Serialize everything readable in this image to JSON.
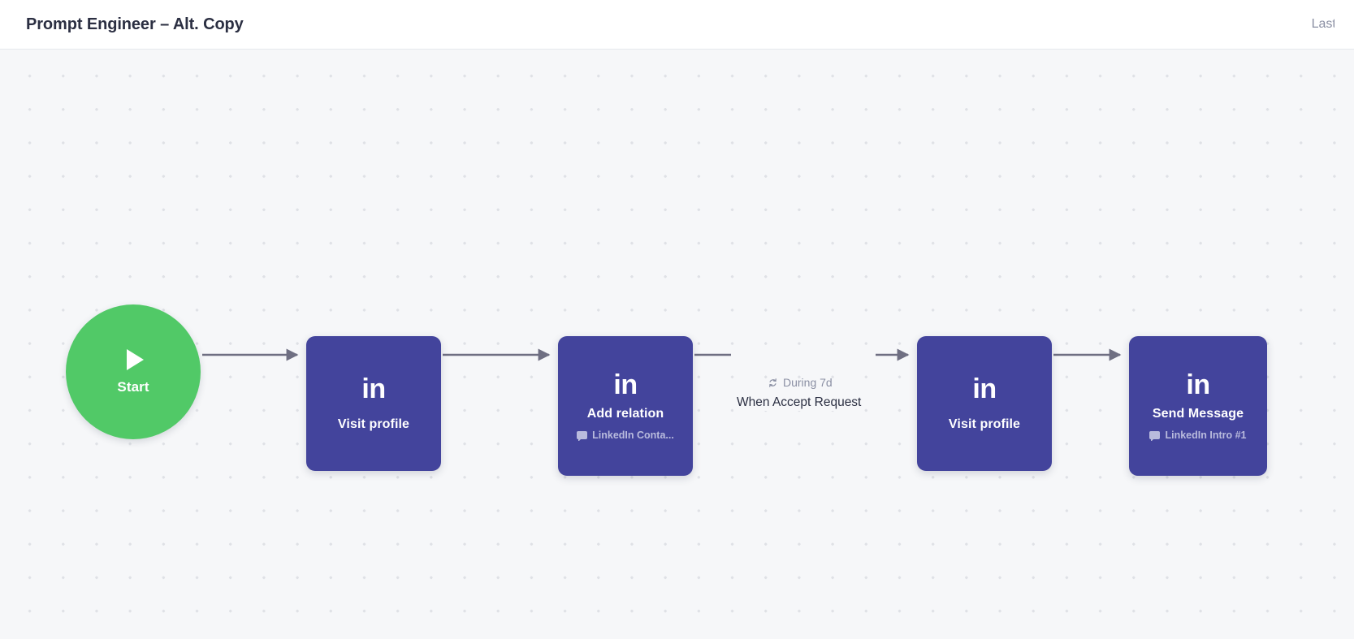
{
  "header": {
    "title": "Prompt Engineer – Alt. Copy",
    "last_saved": "Last saved To"
  },
  "canvas": {
    "background_color": "#f6f7f9",
    "dot_color": "#dfe1e6"
  },
  "colors": {
    "node_blue": "#43449c",
    "start_green": "#51c967",
    "edge_gray": "#6f6f82",
    "subtitle_blue": "#b9bbdd",
    "title_text": "#2b2f42",
    "muted_text": "#8a8fa3"
  },
  "flow": {
    "start_node": {
      "label": "Start",
      "icon": "play-icon"
    },
    "nodes": [
      {
        "id": "visit-profile-1",
        "logo": "in",
        "title": "Visit profile",
        "subtitle": "",
        "subtitle_icon": ""
      },
      {
        "id": "add-relation",
        "logo": "in",
        "title": "Add relation",
        "subtitle": "LinkedIn Conta...",
        "subtitle_icon": "chat-icon"
      },
      {
        "id": "visit-profile-2",
        "logo": "in",
        "title": "Visit profile",
        "subtitle": "",
        "subtitle_icon": ""
      },
      {
        "id": "send-message",
        "logo": "in",
        "title": "Send Message",
        "subtitle": "LinkedIn Intro #1",
        "subtitle_icon": "chat-icon"
      }
    ],
    "edge_labels": {
      "delay": "During 7d",
      "delay_icon": "refresh-icon",
      "condition": "When Accept Request"
    }
  }
}
